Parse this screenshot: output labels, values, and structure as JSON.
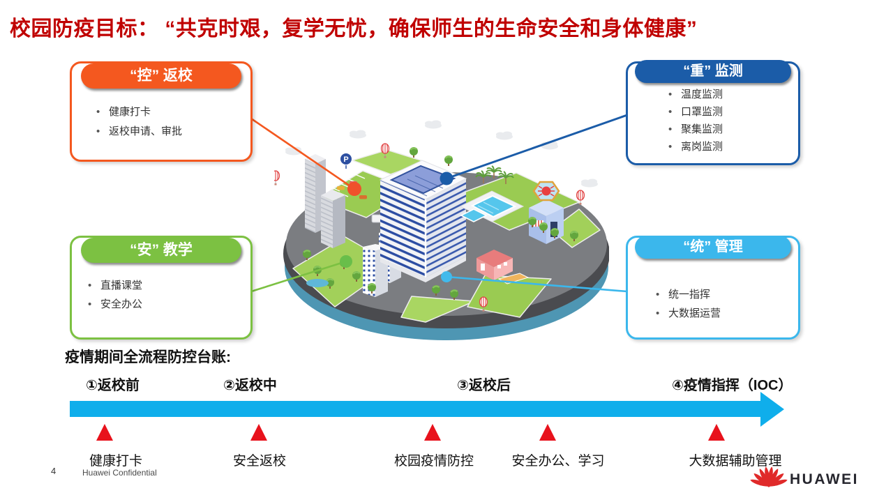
{
  "slide": {
    "title": "校园防疫目标： “共克时艰，复学无忧，确保师生的生命安全和身体健康”"
  },
  "callouts": {
    "control": {
      "header": "“控” 返校",
      "items": [
        "健康打卡",
        "返校申请、审批"
      ],
      "color": "#F4581F"
    },
    "monitor": {
      "header": "“重” 监测",
      "items": [
        "温度监测",
        "口罩监测",
        "聚集监测",
        "离岗监测"
      ],
      "color": "#1B5CA8"
    },
    "teaching": {
      "header": "“安” 教学",
      "items": [
        "直播课堂",
        "安全办公"
      ],
      "color": "#7CC142"
    },
    "management": {
      "header": "“统” 管理",
      "items": [
        "统一指挥",
        "大数据运营"
      ],
      "color": "#3BB7EC"
    }
  },
  "city": {
    "parking_sign": "P"
  },
  "timeline": {
    "heading": "疫情期间全流程防控台账:",
    "steps": [
      "①返校前",
      "②返校中",
      "③返校后",
      "④疫情指挥（IOC）"
    ],
    "labels": [
      "健康打卡",
      "安全返校",
      "校园疫情防控",
      "安全办公、学习",
      "大数据辅助管理"
    ],
    "arrow_color": "#0FAEEB",
    "marker_color": "#E8121C"
  },
  "footer": {
    "page_number": "4",
    "confidential": "Huawei Confidential",
    "brand": "HUAWEI",
    "brand_color": "#E02A2A"
  }
}
